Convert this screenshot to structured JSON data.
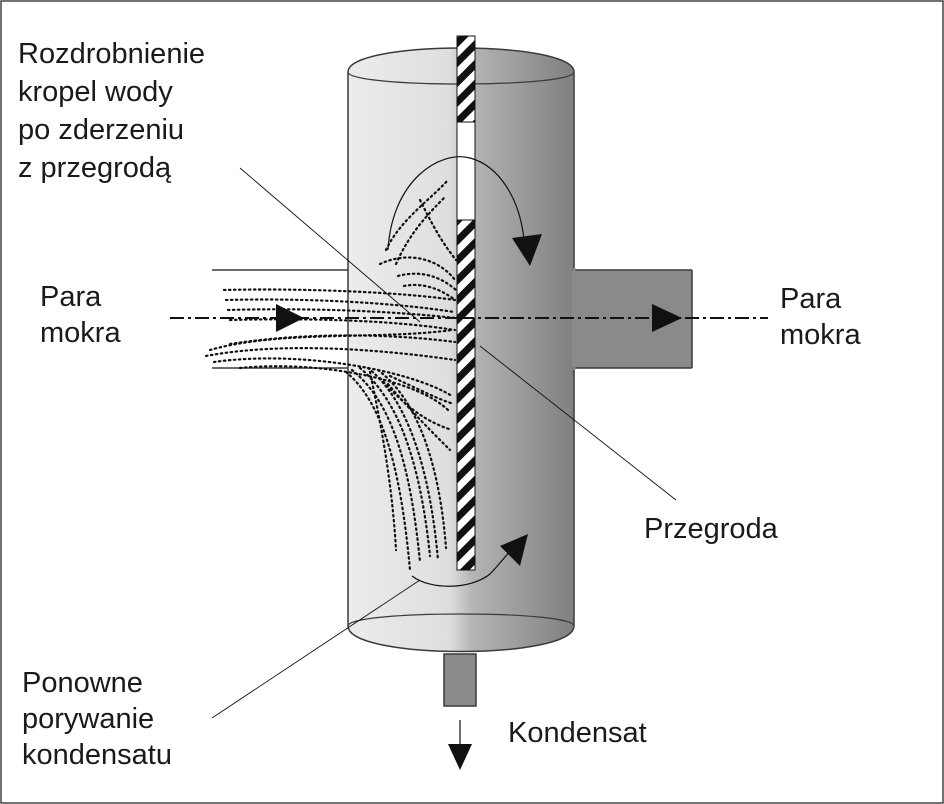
{
  "labels": {
    "breakup": [
      "Rozdrobnienie",
      "kropel wody",
      "po zderzeniu",
      "z przegrodą"
    ],
    "inlet": [
      "Para",
      "mokra"
    ],
    "outlet": [
      "Para",
      "mokra"
    ],
    "baffle": "Przegroda",
    "reentrainment": [
      "Ponowne",
      "porywanie",
      "kondensatu"
    ],
    "condensate": "Kondensat"
  },
  "colors": {
    "vessel_light": "#ececec",
    "vessel_dark": "#8a8a8a",
    "outline": "#3a3a3a",
    "ink": "#111111"
  }
}
